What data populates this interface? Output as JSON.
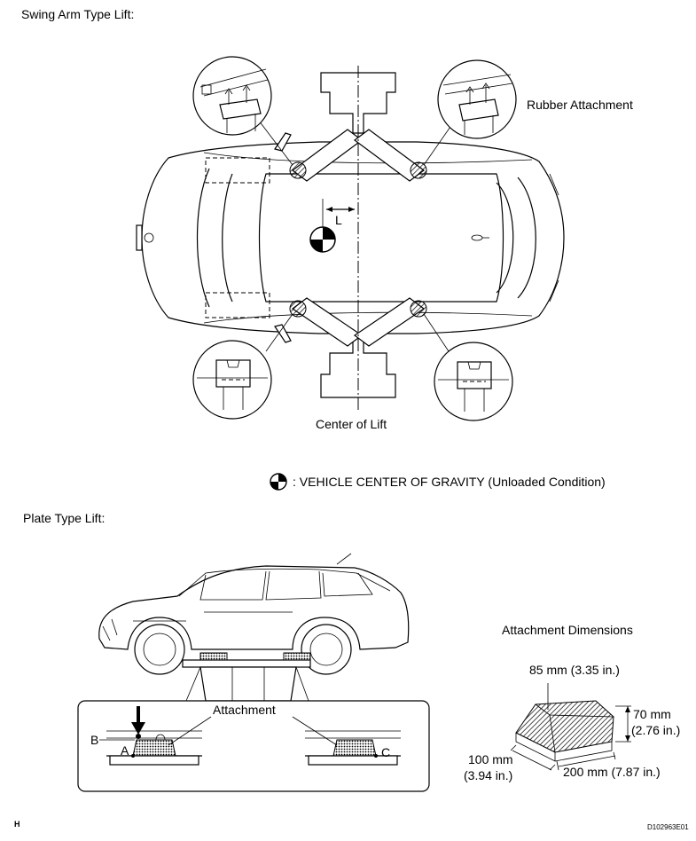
{
  "swing_section": {
    "title": "Swing Arm Type Lift:",
    "rubber_attachment_label": "Rubber Attachment",
    "dimension_l_label": "L",
    "center_of_lift_label": "Center of Lift",
    "cog_legend": ": VEHICLE CENTER OF GRAVITY (Unloaded Condition)"
  },
  "plate_section": {
    "title": "Plate Type Lift:",
    "attachment_label": "Attachment",
    "point_a": "A",
    "point_b": "B",
    "point_c": "C"
  },
  "attachment_dimensions": {
    "title": "Attachment Dimensions",
    "top_width": "85 mm (3.35 in.)",
    "height_mm": "70 mm",
    "height_in": "(2.76 in.)",
    "depth_mm": "100 mm",
    "depth_in": "(3.94 in.)",
    "length": "200 mm (7.87 in.)"
  },
  "footer": {
    "left_mark": "H",
    "figure_id": "D102963E01"
  }
}
